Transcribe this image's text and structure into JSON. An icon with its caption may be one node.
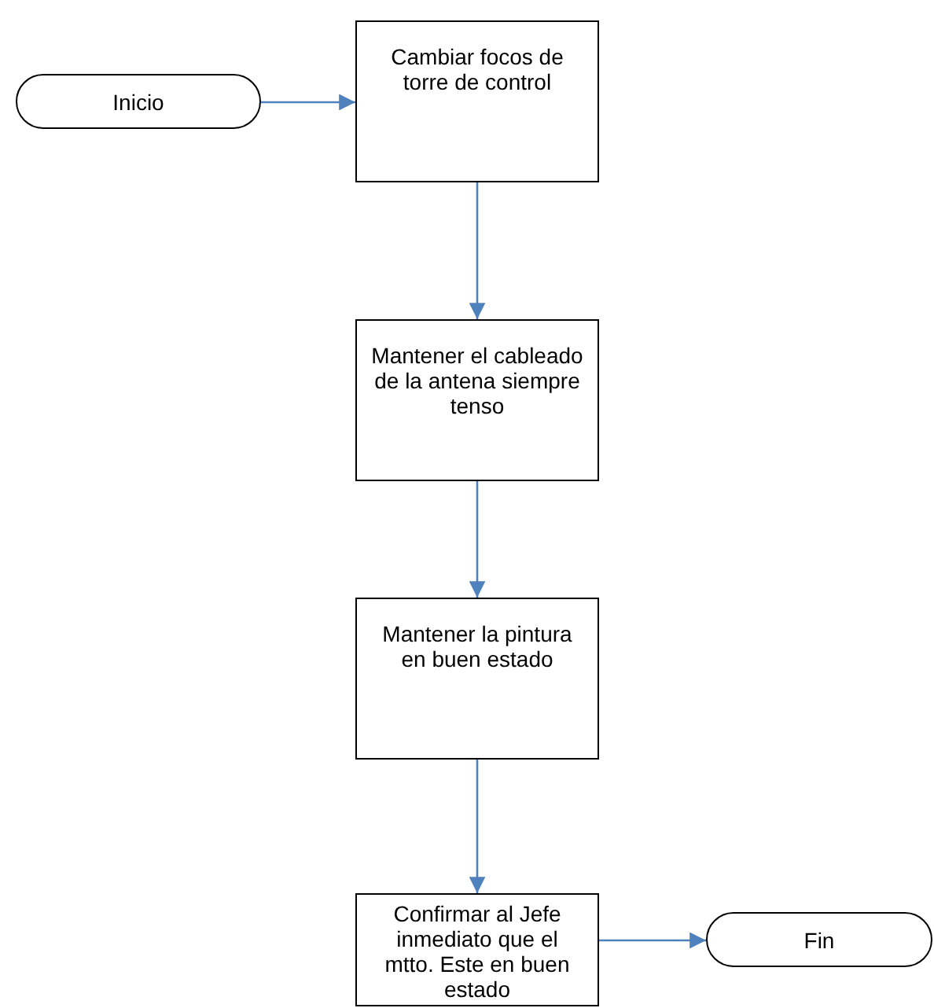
{
  "diagram": {
    "nodes": [
      {
        "text": [
          "Inicio"
        ]
      },
      {
        "text": [
          "Cambiar focos de torre de control"
        ]
      },
      {
        "text": [
          "Mantener el cableado de la antena siempre tenso"
        ]
      },
      {
        "text": [
          "Mantener la pintura en buen estado"
        ]
      },
      {
        "text": [
          "Confirmar al Jefe inmediato que el mtto. Este en buen estado"
        ]
      },
      {
        "text": [
          "Fin"
        ]
      }
    ],
    "edges": [
      {
        "from": 0,
        "to": 1,
        "arrow": "to"
      },
      {
        "from": 1,
        "to": 2,
        "arrow": "to"
      },
      {
        "from": 2,
        "to": 3,
        "arrow": "to"
      },
      {
        "from": 3,
        "to": 4,
        "arrow": "to"
      },
      {
        "from": 4,
        "to": 5,
        "arrow": "to"
      }
    ]
  }
}
